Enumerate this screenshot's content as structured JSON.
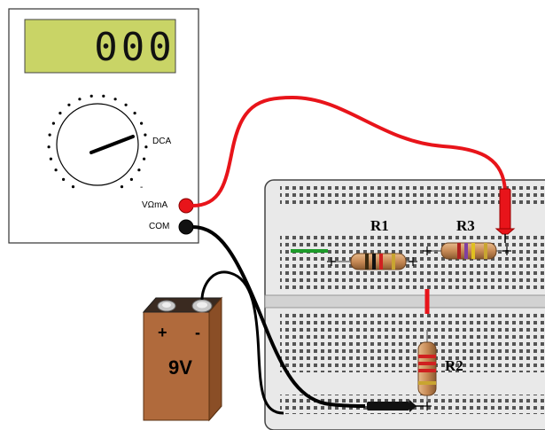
{
  "meter": {
    "display": "000",
    "dial_label": "DCA",
    "minus_mark": "-",
    "port_v": "VΩmA",
    "port_com": "COM"
  },
  "battery": {
    "plus": "+",
    "minus": "-",
    "voltage": "9V"
  },
  "resistors": {
    "r1": "R1",
    "r2": "R2",
    "r3": "R3"
  },
  "colors": {
    "probe_red": "#e8141a",
    "probe_black": "#000000",
    "lcd": "#c9d466",
    "battery_body": "#b06a3c",
    "jumper_green": "#1d9a2a"
  }
}
